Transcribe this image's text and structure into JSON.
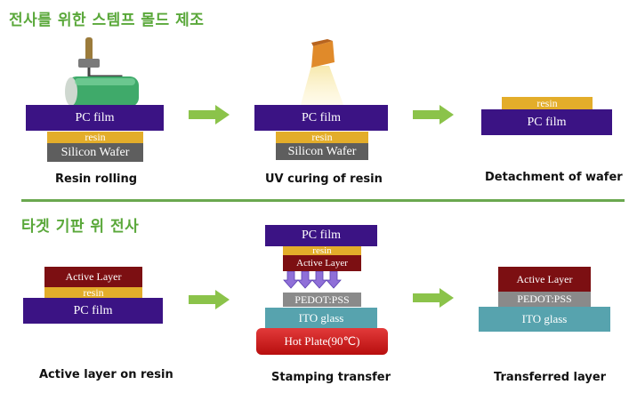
{
  "headings": {
    "top": "전사를 위한 스템프 몰드 제조",
    "bottom": "타겟 기판 위 전사"
  },
  "layers": {
    "pc_film": "PC film",
    "resin": "resin",
    "silicon_wafer": "Silicon Wafer",
    "active_layer": "Active Layer",
    "pedot": "PEDOT:PSS",
    "ito": "ITO glass",
    "hot_plate": "Hot Plate(90℃)"
  },
  "captions": {
    "resin_rolling": "Resin rolling",
    "uv_curing": "UV curing of resin",
    "detachment": "Detachment of wafer",
    "active_on_resin": "Active layer on resin",
    "stamping": "Stamping transfer",
    "transferred": "Transferred layer"
  },
  "colors": {
    "heading": "#5aa83a",
    "arrow": "#8bc34a",
    "pc_film": "#3b1384",
    "resin": "#e3ad2a",
    "silicon_wafer": "#5e5e5e",
    "active_layer": "#7c0f12",
    "pedot": "#8a8a8a",
    "ito": "#57a3ae",
    "hot_plate": "#d02020",
    "press_arrow": "#8f6fd8"
  }
}
